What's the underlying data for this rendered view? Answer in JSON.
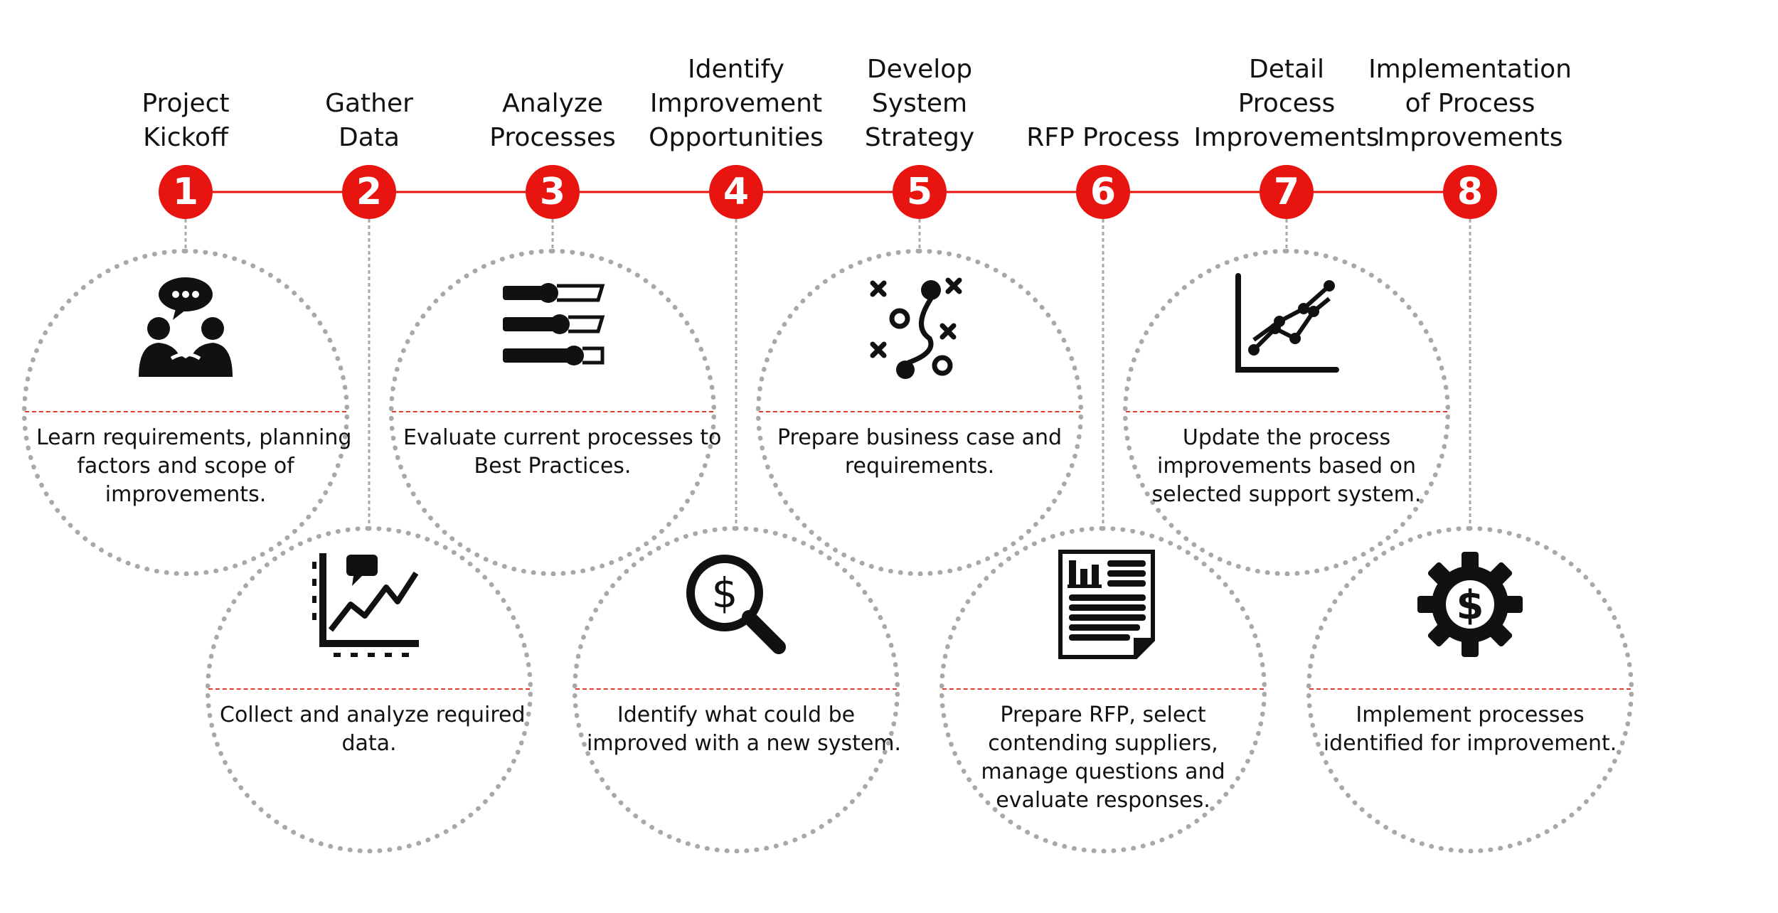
{
  "colors": {
    "accent": "#e8140f",
    "ring": "#a8a8a8",
    "divider": "#e23a2a",
    "text": "#111111"
  },
  "steps": [
    {
      "number": "1",
      "title_lines": [
        "Project",
        "Kickoff"
      ],
      "desc_lines": [
        "Learn requirements, planning",
        "factors and scope of",
        "improvements."
      ],
      "icon": "meeting-people-icon",
      "row": "top"
    },
    {
      "number": "2",
      "title_lines": [
        "Gather",
        "Data"
      ],
      "desc_lines": [
        "Collect and analyze required",
        "data."
      ],
      "icon": "data-chart-icon",
      "row": "bottom"
    },
    {
      "number": "3",
      "title_lines": [
        "Analyze",
        "Processes"
      ],
      "desc_lines": [
        "Evaluate current processes to",
        "Best Practices."
      ],
      "icon": "process-bars-icon",
      "row": "top"
    },
    {
      "number": "4",
      "title_lines": [
        "Identify",
        "Improvement",
        "Opportunities"
      ],
      "desc_lines": [
        "Identify what could be",
        "improved with a new system."
      ],
      "icon": "dollar-magnifier-icon",
      "row": "bottom"
    },
    {
      "number": "5",
      "title_lines": [
        "Develop",
        "System",
        "Strategy"
      ],
      "desc_lines": [
        "Prepare business case and",
        "requirements."
      ],
      "icon": "strategy-play-icon",
      "row": "top"
    },
    {
      "number": "6",
      "title_lines": [
        "RFP Process"
      ],
      "desc_lines": [
        "Prepare RFP, select",
        "contending suppliers,",
        "manage questions and",
        "evaluate responses."
      ],
      "icon": "rfp-document-icon",
      "row": "bottom"
    },
    {
      "number": "7",
      "title_lines": [
        "Detail",
        "Process",
        "Improvements"
      ],
      "desc_lines": [
        "Update the process",
        "improvements based on",
        "selected support system."
      ],
      "icon": "line-graph-icon",
      "row": "top"
    },
    {
      "number": "8",
      "title_lines": [
        "Implementation",
        "of Process",
        "Improvements"
      ],
      "desc_lines": [
        "Implement processes",
        "identified for improvement."
      ],
      "icon": "dollar-gear-icon",
      "row": "bottom"
    }
  ]
}
